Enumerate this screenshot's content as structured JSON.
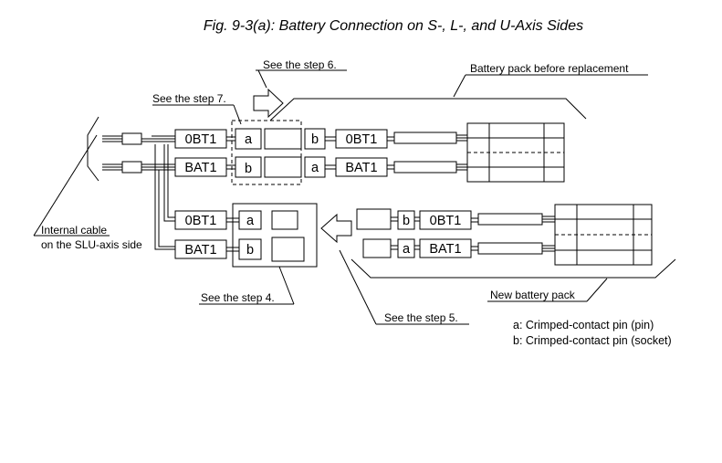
{
  "title": "Fig. 9-3(a): Battery Connection on S-, L-, and U-Axis Sides",
  "labels": {
    "step6": "See the step 6.",
    "step7": "See the step 7.",
    "step4": "See the step 4.",
    "step5": "See the step 5.",
    "old_pack": "Battery pack before replacement",
    "new_pack": "New battery pack",
    "cable_line1": "Internal cable",
    "cable_line2": "on the SLU-axis side"
  },
  "connectors": {
    "obt1": "0BT1",
    "bat1": "BAT1",
    "pin_a": "a",
    "pin_b": "b"
  },
  "legend": {
    "a": "a: Crimped-contact pin (pin)",
    "b": "b: Crimped-contact pin (socket)"
  }
}
